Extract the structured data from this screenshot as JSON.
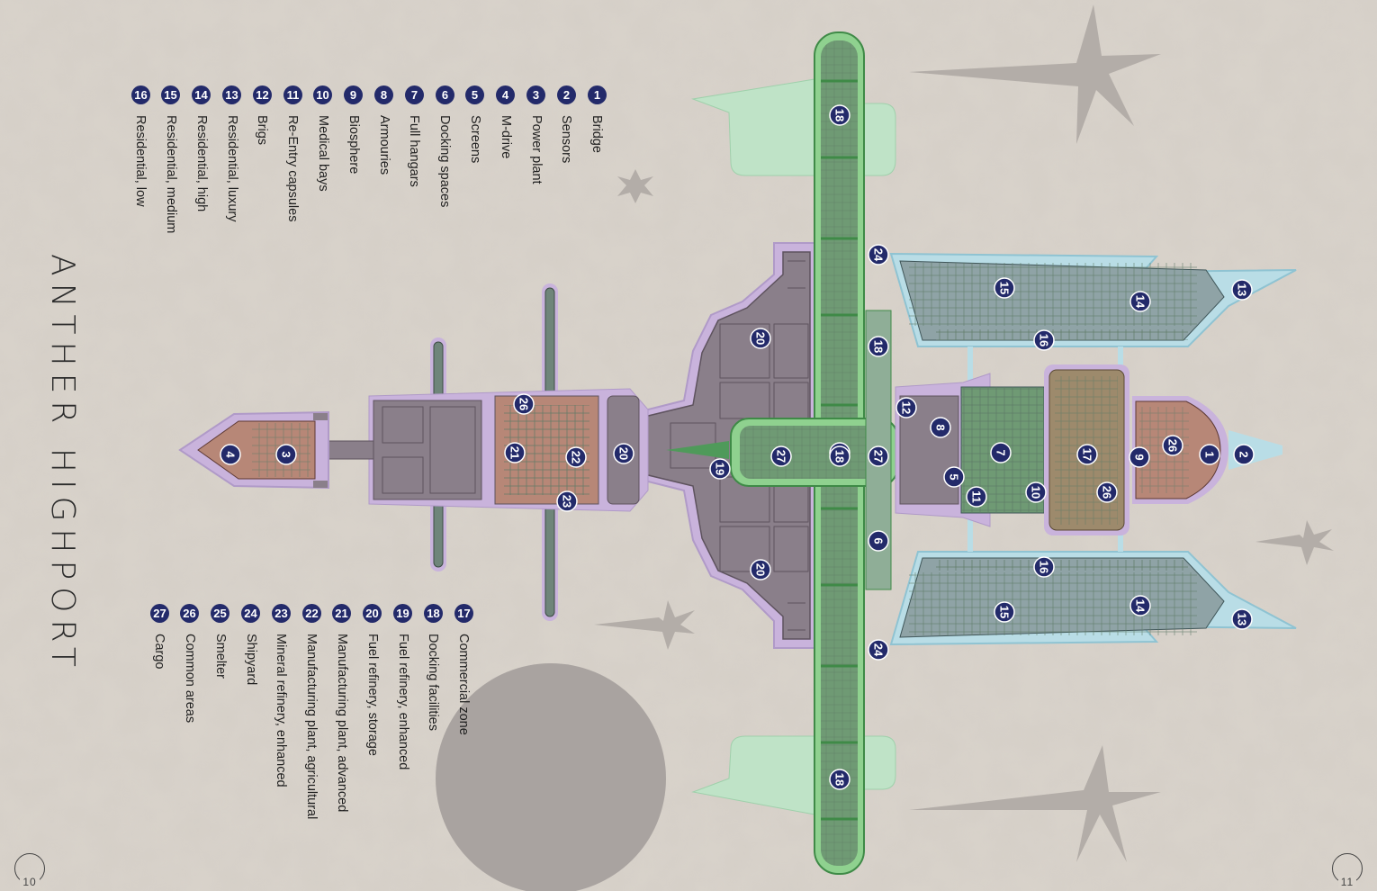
{
  "title": "ANTHER HIGHPORT",
  "page_left": "10",
  "page_right": "11",
  "legend_left": [
    {
      "n": "1",
      "label": "Bridge"
    },
    {
      "n": "2",
      "label": "Sensors"
    },
    {
      "n": "3",
      "label": "Power plant"
    },
    {
      "n": "4",
      "label": "M-drive"
    },
    {
      "n": "5",
      "label": "Screens"
    },
    {
      "n": "6",
      "label": "Docking spaces"
    },
    {
      "n": "7",
      "label": "Full hangars"
    },
    {
      "n": "8",
      "label": "Armouries"
    },
    {
      "n": "9",
      "label": "Biosphere"
    },
    {
      "n": "10",
      "label": "Medical bays"
    },
    {
      "n": "11",
      "label": "Re-Entry capsules"
    },
    {
      "n": "12",
      "label": "Brigs"
    },
    {
      "n": "13",
      "label": "Residential, luxury"
    },
    {
      "n": "14",
      "label": "Residential, high"
    },
    {
      "n": "15",
      "label": "Residential, medium"
    },
    {
      "n": "16",
      "label": "Residential, low"
    }
  ],
  "legend_right": [
    {
      "n": "17",
      "label": "Commercial zone"
    },
    {
      "n": "18",
      "label": "Docking facilities"
    },
    {
      "n": "19",
      "label": "Fuel refinery, enhanced"
    },
    {
      "n": "20",
      "label": "Fuel refinery, storage"
    },
    {
      "n": "21",
      "label": "Manufacturing plant, advanced"
    },
    {
      "n": "22",
      "label": "Manufacturing plant, agricultural"
    },
    {
      "n": "23",
      "label": "Mineral refinery, enhanced"
    },
    {
      "n": "24",
      "label": "Shipyard"
    },
    {
      "n": "25",
      "label": "Smelter"
    },
    {
      "n": "26",
      "label": "Common areas"
    },
    {
      "n": "27",
      "label": "Cargo"
    }
  ],
  "markers": [
    "18",
    "18",
    "18",
    "24",
    "24",
    "18",
    "20",
    "20",
    "15",
    "14",
    "13",
    "16",
    "16",
    "15",
    "14",
    "13",
    "12",
    "8",
    "7",
    "17",
    "9",
    "26",
    "1",
    "2",
    "26",
    "10",
    "5",
    "11",
    "6",
    "27",
    "18",
    "27",
    "19",
    "22",
    "21",
    "26",
    "23",
    "20",
    "3",
    "4"
  ],
  "colors": {
    "background": "#d9d3cb",
    "hull_outline": "#c9b3dc",
    "hull_fill": "#8a7f8a",
    "docking_green": "#8fd18f",
    "docking_light": "#bfe3c7",
    "residential": "#8fa3a6",
    "residential_outline": "#b9dde6",
    "commercial": "#9d8a6c",
    "engine": "#b78777",
    "marker": "#232a6a"
  }
}
